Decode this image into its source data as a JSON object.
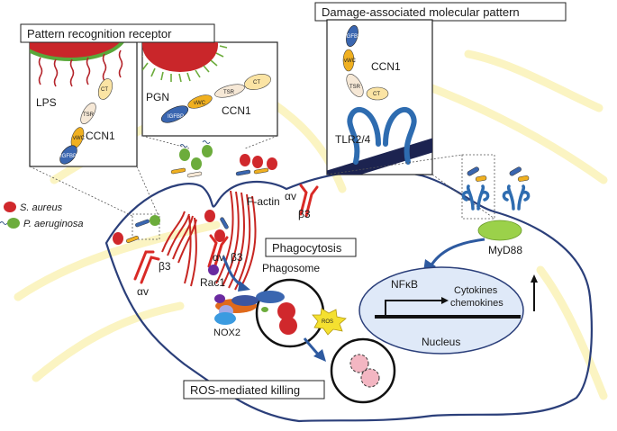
{
  "boxes": {
    "prr": "Pattern recognition receptor",
    "damp": "Damage-associated molecular pattern",
    "phagocytosis": "Phagocytosis",
    "ros_killing": "ROS-mediated killing"
  },
  "inset_lps": {
    "lps": "LPS",
    "ccn1": "CCN1",
    "igfbp": "IGFBP",
    "vwc": "vWC",
    "tsr": "TSR",
    "ct": "CT"
  },
  "inset_pgn": {
    "pgn": "PGN",
    "ccn1": "CCN1",
    "igfbp": "IGFBP",
    "vwc": "vWC",
    "tsr": "TSR",
    "ct": "CT"
  },
  "inset_damp": {
    "ccn1": "CCN1",
    "tlr": "TLR2/4",
    "igfbp": "IGFBP",
    "vwc": "vWC",
    "tsr": "TSR",
    "ct": "CT"
  },
  "legend": {
    "s_aureus": "S. aureus",
    "p_aeruginosa": "P. aeruginosa"
  },
  "labels": {
    "f_actin": "F-actin",
    "alpha_v": "αv",
    "beta3": "β3",
    "rac1": "Rac1",
    "phagosome": "Phagosome",
    "nox2": "NOX2",
    "ros": "ROS",
    "myd88": "MyD88",
    "nfkb": "NFκB",
    "cytokines": "Cytokines",
    "chemokines": "chemokines",
    "nucleus": "Nucleus"
  },
  "colors": {
    "s_aureus": "#d0282c",
    "p_aeruginosa": "#6cac3c",
    "igfbp": "#3a66b0",
    "vwc": "#f0b020",
    "tsr": "#f6e8d6",
    "ct": "#fbe4a4",
    "integrin": "#d92a26",
    "tlr": "#2e6cb0",
    "myd88": "#9bd14a",
    "nucleus": "#dfe9f8",
    "ros": "#f4e030",
    "membrane": "#2b3f7a"
  }
}
